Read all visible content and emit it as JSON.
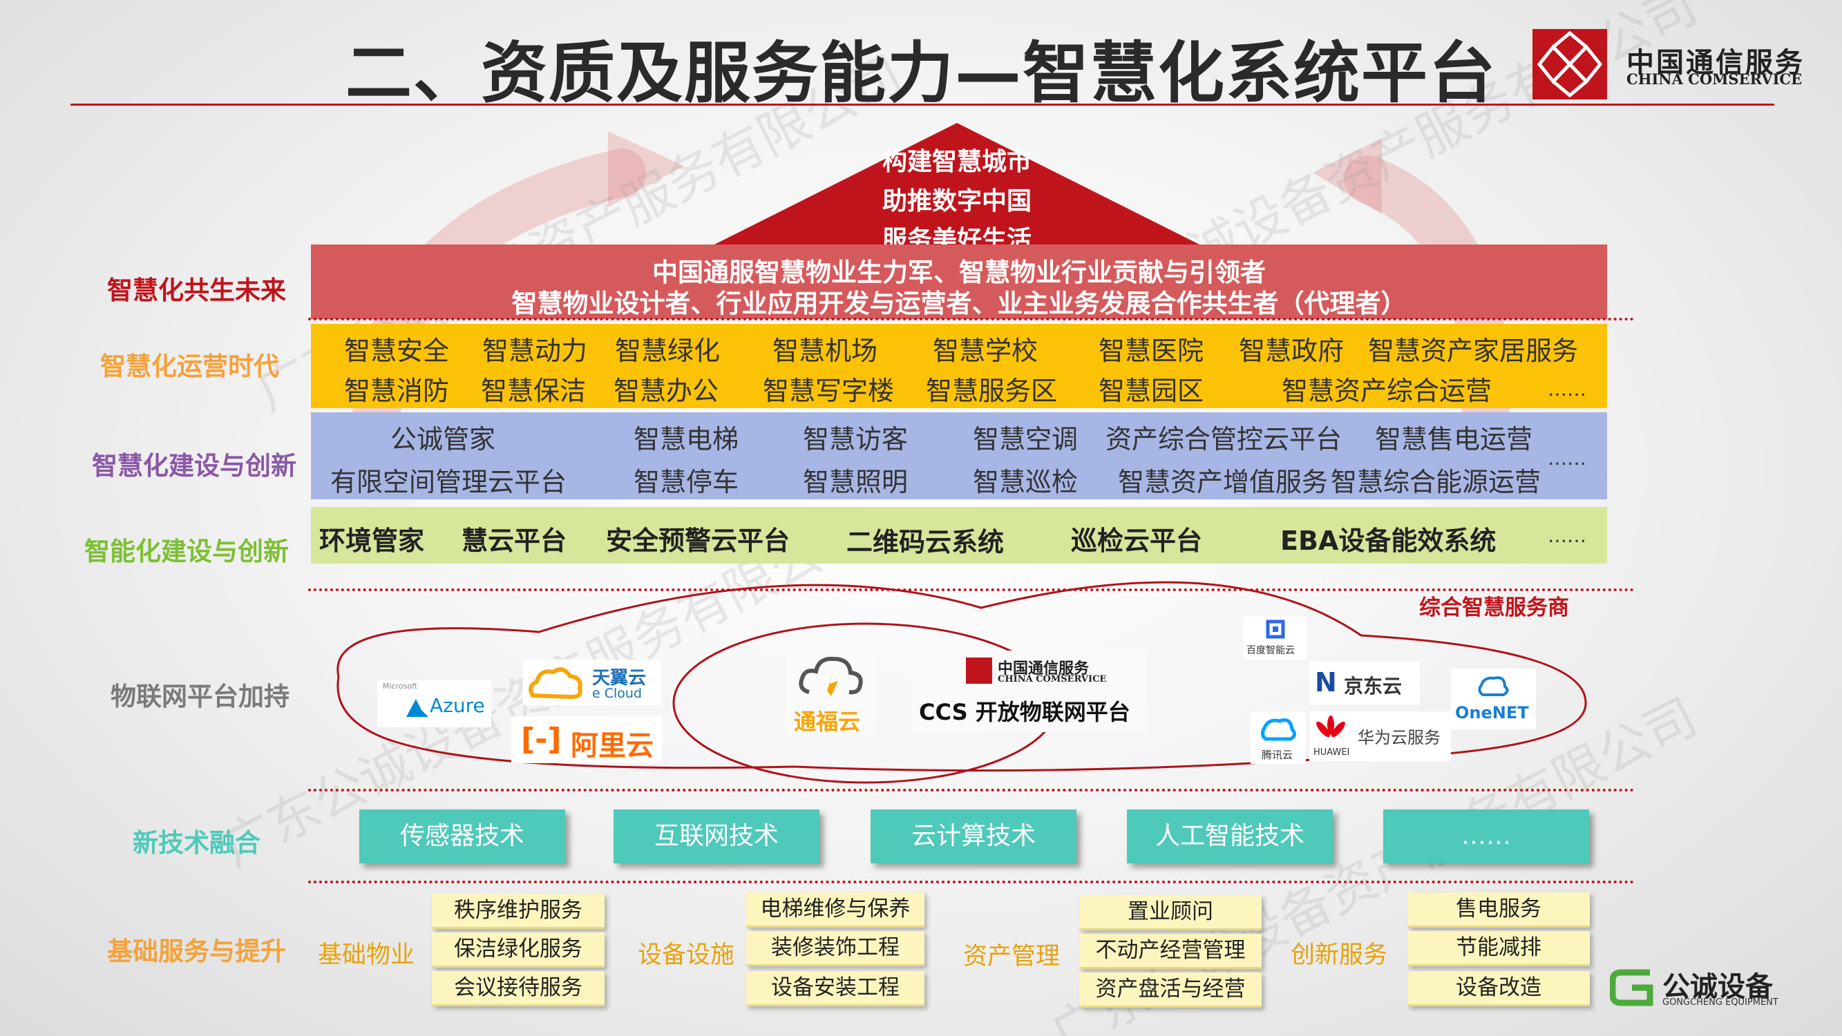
{
  "title": "二、资质及服务能力—智慧化系统平台",
  "logo": {
    "cn": "中国通信服务",
    "en": "CHINA COMSERVICE"
  },
  "pyramid": {
    "lines": [
      "构建智慧城市",
      "助推数字中国",
      "服务美好生活"
    ]
  },
  "left_labels": {
    "future": "智慧化共生未来",
    "operation": "智慧化运营时代",
    "construction": "智慧化建设与创新",
    "intelligent": "智能化建设与创新",
    "iot": "物联网平台加持",
    "tech": "新技术融合",
    "basic": "基础服务与提升"
  },
  "future_band": {
    "line1": "中国通服智慧物业生力军、智慧物业行业贡献与引领者",
    "line2": "智慧物业设计者、行业应用开发与运营者、业主业务发展合作共生者（代理者）"
  },
  "operation_band": {
    "row1": [
      "智慧安全",
      "智慧动力",
      "智慧绿化",
      "智慧机场",
      "智慧学校",
      "智慧医院",
      "智慧政府",
      "智慧资产家居服务"
    ],
    "row2": [
      "智慧消防",
      "智慧保洁",
      "智慧办公",
      "智慧写字楼",
      "智慧服务区",
      "智慧园区",
      "智慧资产综合运营"
    ],
    "more": "……"
  },
  "construction_band": {
    "row1": [
      "公诚管家",
      "智慧电梯",
      "智慧访客",
      "智慧空调",
      "资产综合管控云平台",
      "智慧售电运营"
    ],
    "row2": [
      "有限空间管理云平台",
      "智慧停车",
      "智慧照明",
      "智慧巡检",
      "智慧资产增值服务",
      "智慧综合能源运营"
    ],
    "more": "……"
  },
  "intelligent_band": {
    "items": [
      "环境管家",
      "慧云平台",
      "安全预警云平台",
      "二维码云系统",
      "巡检云平台",
      "EBA设备能效系统"
    ],
    "more": "……"
  },
  "iot": {
    "provider_label": "综合智慧服务商",
    "clouds": {
      "microsoft": "Microsoft",
      "azure": "Azure",
      "tianyi": "天翼云",
      "ecloud": "e Cloud",
      "aliyun": "阿里云",
      "tongfu": "通福云",
      "ccs_cn": "中国通信服务",
      "ccs_en": "CHINA COMSERVICE",
      "ccs_platform": "CCS 开放物联网平台",
      "baidu": "百度智能云",
      "jd": "京东云",
      "onenet": "OneNET",
      "tencent": "腾讯云",
      "huawei": "HUAWEI",
      "huaweicloud": "华为云服务"
    }
  },
  "technologies": [
    "传感器技术",
    "互联网技术",
    "云计算技术",
    "人工智能技术",
    "……"
  ],
  "basic_services": {
    "groups": [
      {
        "category": "基础物业",
        "items": [
          "秩序维护服务",
          "保洁绿化服务",
          "会议接待服务"
        ]
      },
      {
        "category": "设备设施",
        "items": [
          "电梯维修与保养",
          "装修装饰工程",
          "设备安装工程"
        ]
      },
      {
        "category": "资产管理",
        "items": [
          "置业顾问",
          "不动产经营管理",
          "资产盘活与经营"
        ]
      },
      {
        "category": "创新服务",
        "items": [
          "售电服务",
          "节能减排",
          "设备改造"
        ]
      }
    ]
  },
  "footer_logo": {
    "cn": "公诚设备",
    "en": "GONGCHENG EQUIPMENT"
  },
  "watermark": "广东公诚设备资产服务有限公司",
  "colors": {
    "red": "#c0141c",
    "band_red": "#d55a5c",
    "band_yellow": "#fcc205",
    "band_blue": "#a7b6e5",
    "band_green": "#d6e69b",
    "teal": "#4fc9ba",
    "orange": "#f4a23b",
    "purple": "#8a58a5",
    "green_label": "#7dbf33"
  }
}
